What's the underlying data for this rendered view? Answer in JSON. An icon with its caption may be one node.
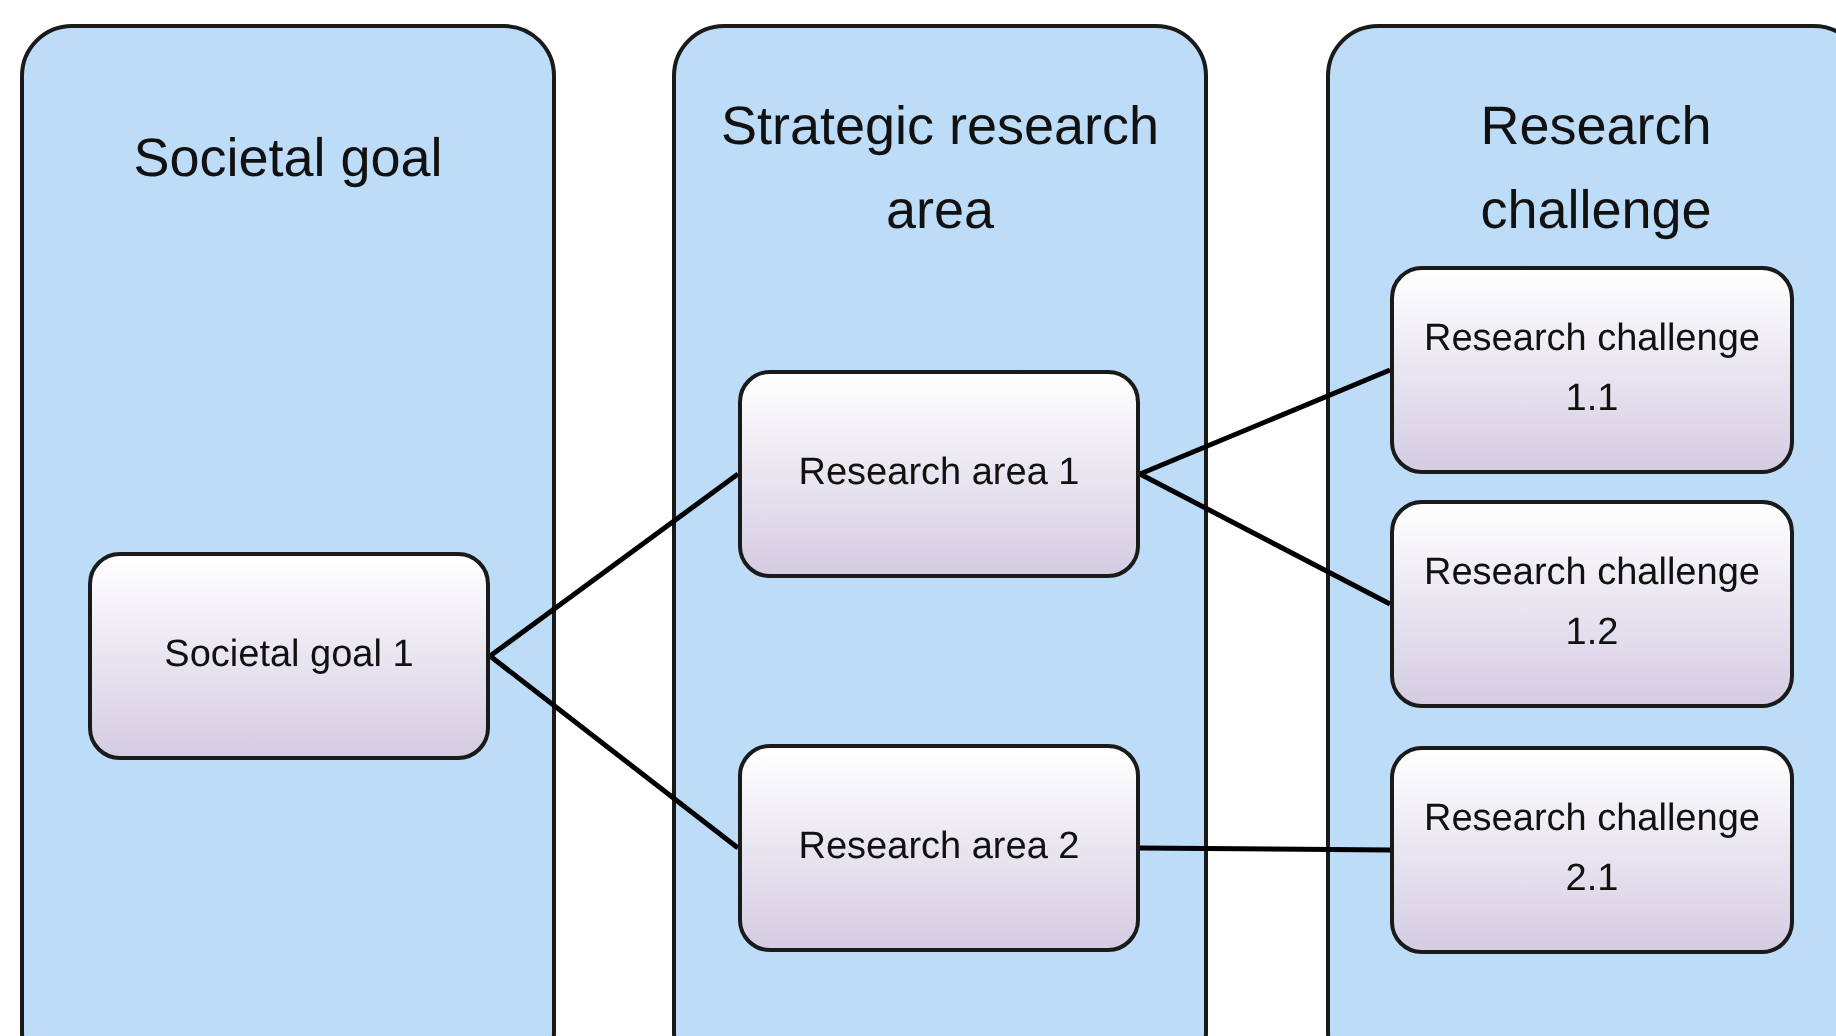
{
  "diagram": {
    "nodes": [
      {
        "text": [
          "Societal goal"
        ]
      },
      {
        "text": [
          "Strategic research area"
        ]
      },
      {
        "text": [
          "Research challenge"
        ]
      },
      {
        "text": [
          "Societal goal 1"
        ],
        "in": 0
      },
      {
        "text": [
          "Research area 1"
        ],
        "in": 1
      },
      {
        "text": [
          "Research area 2"
        ],
        "in": 1
      },
      {
        "text": [
          "Research challenge 1.1"
        ],
        "in": 2
      },
      {
        "text": [
          "Research challenge 1.2"
        ],
        "in": 2
      },
      {
        "text": [
          "Research challenge 2.1"
        ],
        "in": 2
      }
    ],
    "edges": [
      {
        "from": 3,
        "to": 4,
        "arrow": "none"
      },
      {
        "from": 3,
        "to": 5,
        "arrow": "none"
      },
      {
        "from": 4,
        "to": 6,
        "arrow": "none"
      },
      {
        "from": 4,
        "to": 7,
        "arrow": "none"
      },
      {
        "from": 5,
        "to": 8,
        "arrow": "none"
      }
    ]
  }
}
